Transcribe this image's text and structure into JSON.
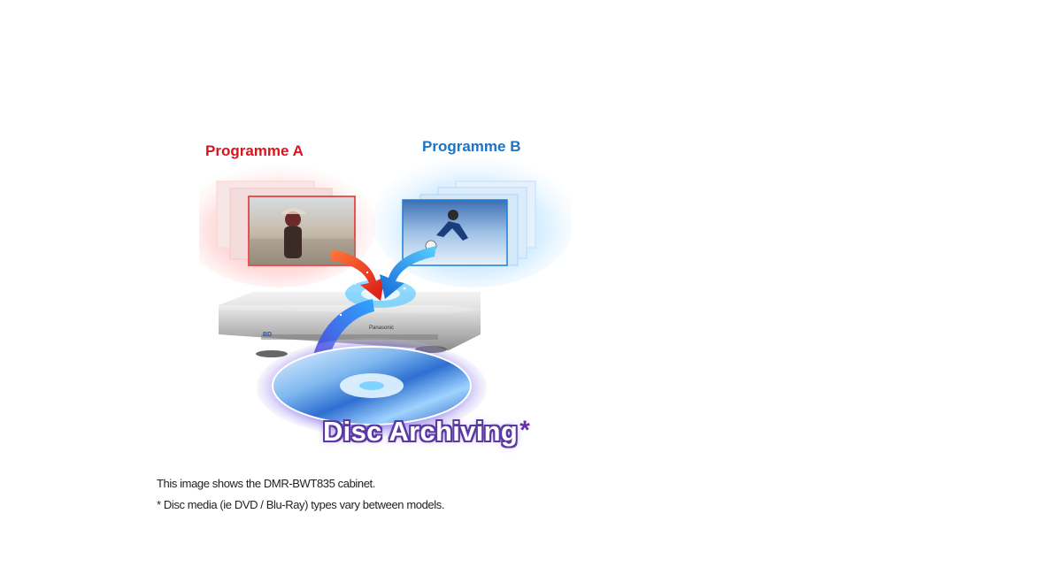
{
  "programme_a_label": "Programme A",
  "programme_b_label": "Programme B",
  "archive": {
    "title": "Disc Archiving",
    "marker": "*"
  },
  "recorder_brand": "Panasonic",
  "captions": {
    "line1": "This image shows the DMR-BWT835 cabinet.",
    "line2": "* Disc media (ie DVD / Blu-Ray) types vary between models."
  },
  "colors": {
    "programme_a": "#d7151f",
    "programme_b": "#1b74c4",
    "archive_accent": "#6a2ea8"
  },
  "icons": [
    "red-arrow-icon",
    "blue-arrow-icon",
    "purple-arrow-icon",
    "disc-icon",
    "blu-ray-logo-icon"
  ]
}
